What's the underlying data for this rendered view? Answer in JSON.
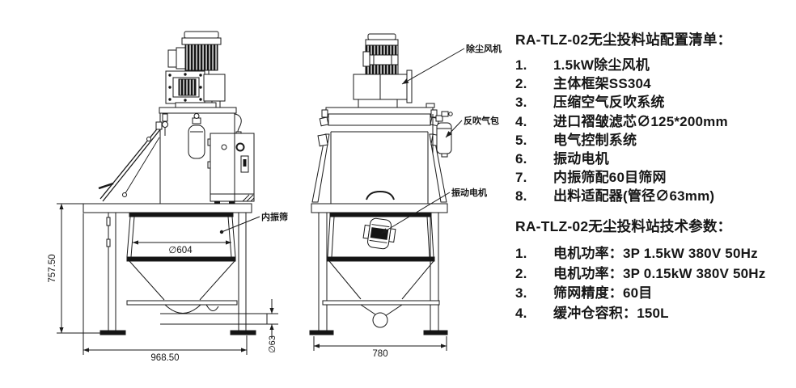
{
  "drawing": {
    "front_view": {
      "labels": {
        "inner_screen": "内振筛"
      },
      "dims": {
        "height": "757.50",
        "width": "968.50",
        "screen_dia": "∅604",
        "outlet_dia": "∅63"
      }
    },
    "side_view": {
      "labels": {
        "dust_fan": "除尘风机",
        "blowback_tank": "反吹气包",
        "vibration_motor": "振动电机"
      },
      "dims": {
        "width": "780"
      }
    }
  },
  "config_list": {
    "title": "RA-TLZ-02无尘投料站配置清单：",
    "items": [
      {
        "num": "1.",
        "text": "1.5kW除尘风机"
      },
      {
        "num": "2.",
        "text": "主体框架SS304"
      },
      {
        "num": "3.",
        "text": "压缩空气反吹系统"
      },
      {
        "num": "4.",
        "text": "进口褶皱滤芯∅125*200mm"
      },
      {
        "num": "5.",
        "text": "电气控制系统"
      },
      {
        "num": "6.",
        "text": "振动电机"
      },
      {
        "num": "7.",
        "text": "内振筛配60目筛网"
      },
      {
        "num": "8.",
        "text": "出料适配器(管径∅63mm)"
      }
    ]
  },
  "tech_params": {
    "title": "RA-TLZ-02无尘投料站技术参数：",
    "items": [
      {
        "num": "1.",
        "text": "电机功率：3P 1.5kW 380V 50Hz"
      },
      {
        "num": "2.",
        "text": "电机功率：3P 0.15kW 380V 50Hz"
      },
      {
        "num": "3.",
        "text": "筛网精度：60目"
      },
      {
        "num": "4.",
        "text": "缓冲仓容积：150L"
      }
    ]
  },
  "colors": {
    "line": "#1a1a1a",
    "background": "#ffffff"
  }
}
